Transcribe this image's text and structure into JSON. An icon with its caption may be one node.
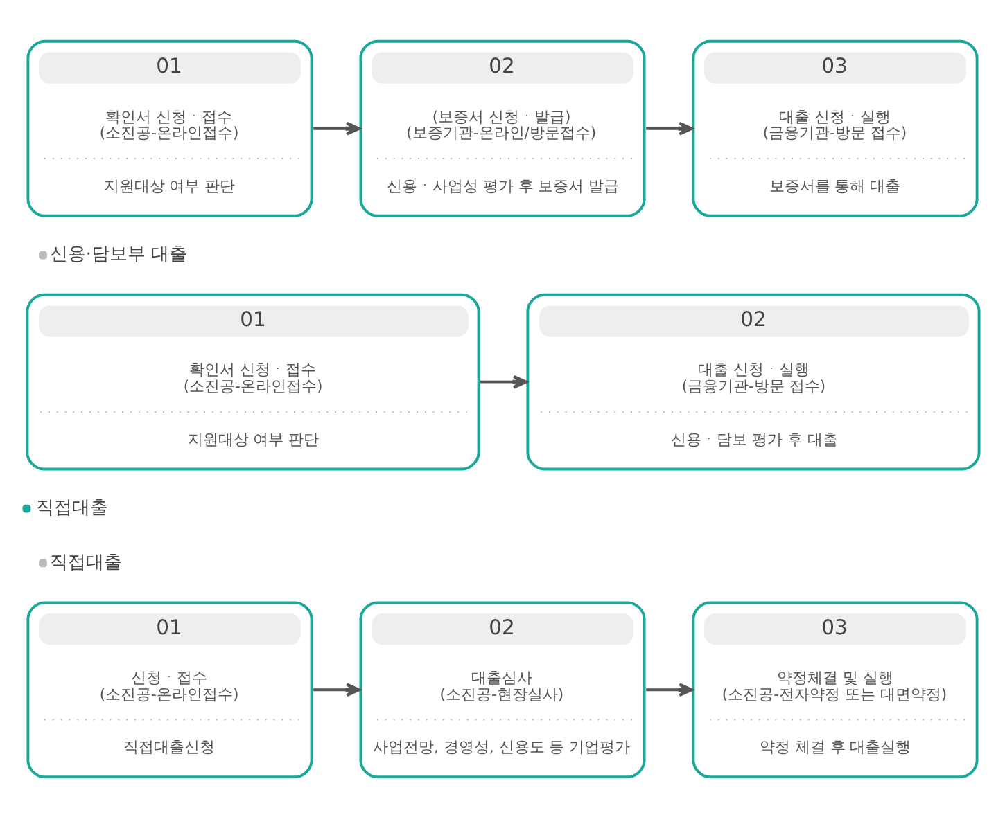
{
  "diagram": {
    "nodes": [
      {
        "text": [
          "01",
          "확인서 신청ㆍ접수 (소진공-온라인접수)",
          "지원대상 여부 판단"
        ]
      },
      {
        "text": [
          "02",
          "(보증서 신청ㆍ발급) (보증기관-온라인/방문접수)",
          "신용ㆍ사업성 평가 후 보증서 발급"
        ]
      },
      {
        "text": [
          "03",
          "대출 신청ㆍ실행 (금융기관-방문 접수)",
          "보증서를 통해 대출"
        ]
      },
      {
        "text": [
          "01",
          "확인서 신청ㆍ접수 (소진공-온라인접수)",
          "지원대상 여부 판단"
        ]
      },
      {
        "text": [
          "02",
          "대출 신청ㆍ실행 (금융기관-방문 접수)",
          "신용ㆍ담보 평가 후 대출"
        ]
      },
      {
        "text": [
          "01",
          "신청ㆍ접수 (소진공-온라인접수)",
          "직접대출신청"
        ]
      },
      {
        "text": [
          "02",
          "대출심사 (소진공-현장실사)",
          "사업전망, 경영성, 신용도 등 기업평가"
        ]
      },
      {
        "text": [
          "03",
          "약정체결 및 실행 (소진공-전자약정 또는 대면약정)",
          "약정 체결 후 대출실행"
        ]
      }
    ],
    "edges": [
      {
        "from": 0,
        "to": 1,
        "arrow": "to"
      },
      {
        "from": 1,
        "to": 2,
        "arrow": "to"
      },
      {
        "from": 3,
        "to": 4,
        "arrow": "to"
      },
      {
        "from": 5,
        "to": 6,
        "arrow": "to"
      },
      {
        "from": 6,
        "to": 7,
        "arrow": "to"
      }
    ],
    "labels": [
      "신용·담보부 대출",
      "직접대출",
      "직접대출"
    ]
  }
}
